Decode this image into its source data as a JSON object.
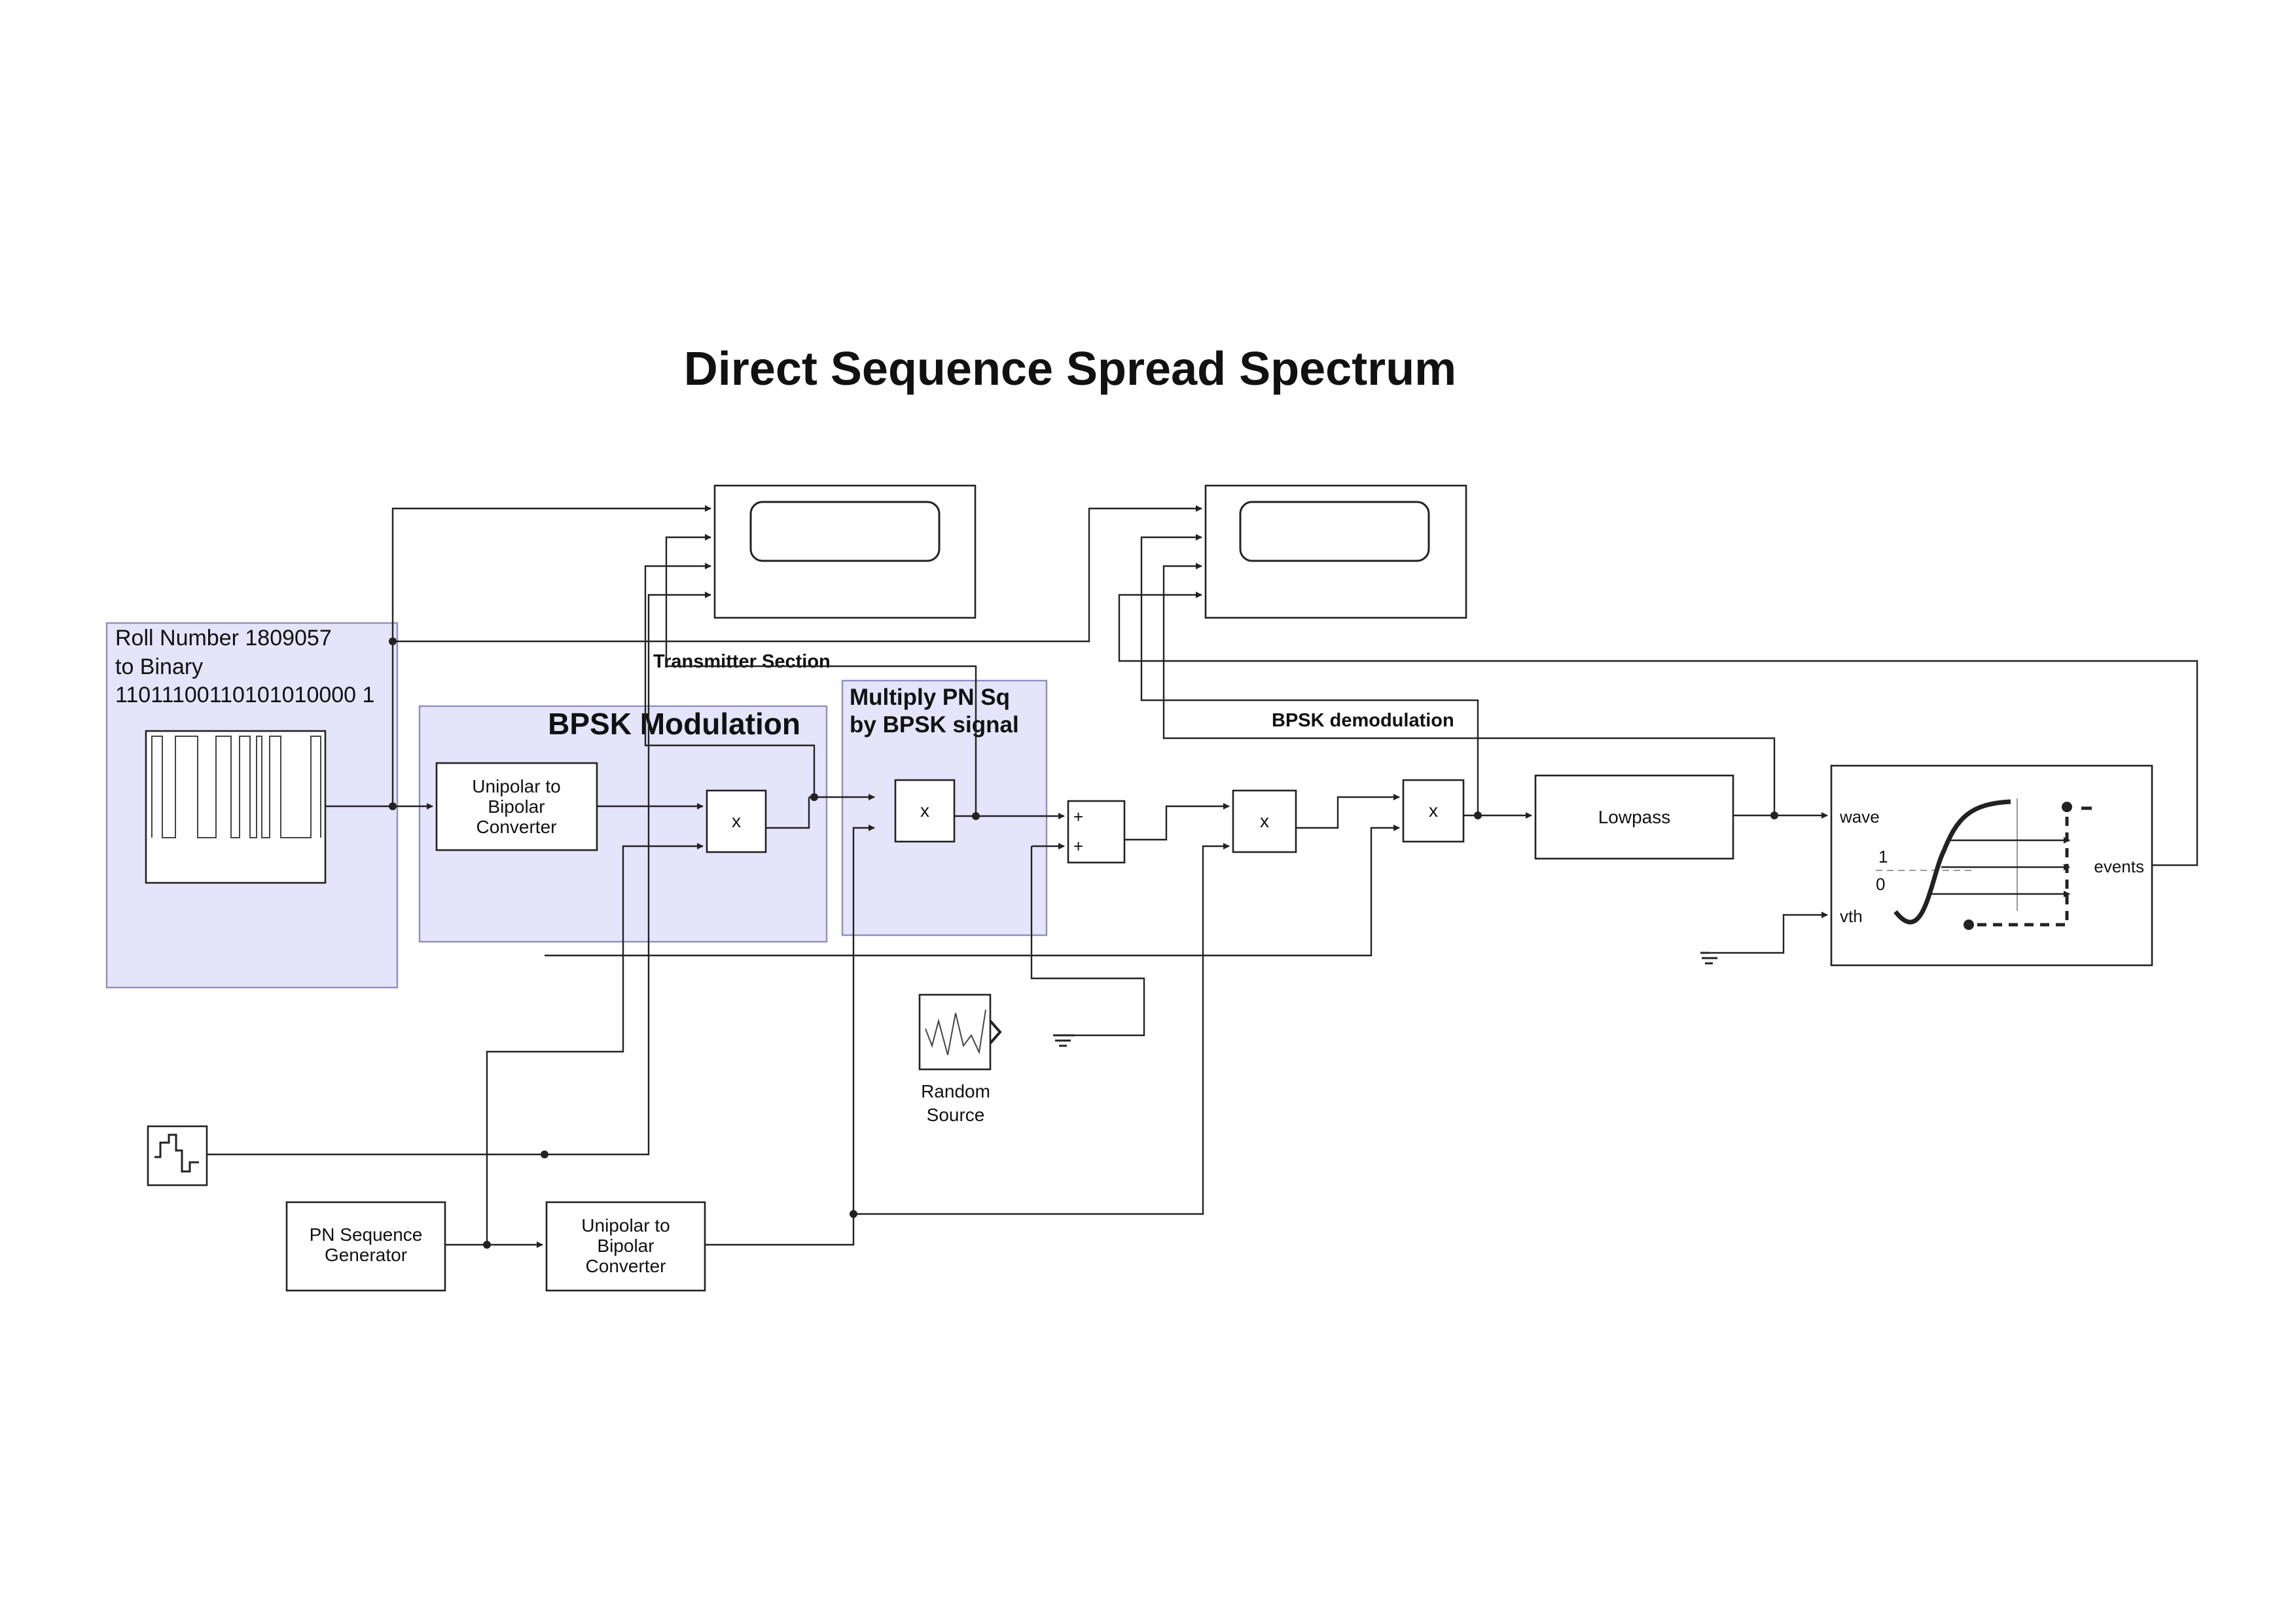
{
  "title": "Direct Sequence Spread Spectrum",
  "colors": {
    "area_fill": "#e4e4fa",
    "area_stroke": "#8f8fbf",
    "ink": "#222222"
  },
  "annotations": {
    "roll_line1": "Roll Number 1809057",
    "roll_line2": "to Binary",
    "roll_line3": "11011100110101010000 1",
    "bpsk_modulation": "BPSK Modulation",
    "multiply_line1": "Multiply PN Sq",
    "multiply_line2": "by BPSK signal",
    "transmitter_section": "Transmitter Section",
    "bpsk_demodulation": "BPSK demodulation"
  },
  "blocks": {
    "converter_top": [
      "Unipolar to",
      "Bipolar",
      "Converter"
    ],
    "converter_bottom": [
      "Unipolar to",
      "Bipolar",
      "Converter"
    ],
    "pn_generator": [
      "PN Sequence",
      "Generator"
    ],
    "random_source": [
      "Random",
      "Source"
    ],
    "lowpass": "Lowpass",
    "product_symbol": "x",
    "sum_signs": [
      "+",
      "+"
    ],
    "comparator": {
      "in1": "wave",
      "in2": "vth",
      "out": "events",
      "level_high": "1",
      "level_low": "0"
    }
  },
  "icons": [
    "scope-icon",
    "signal-builder-icon",
    "sine-wave-icon",
    "random-signal-icon",
    "ground-icon",
    "comparator-icon"
  ]
}
